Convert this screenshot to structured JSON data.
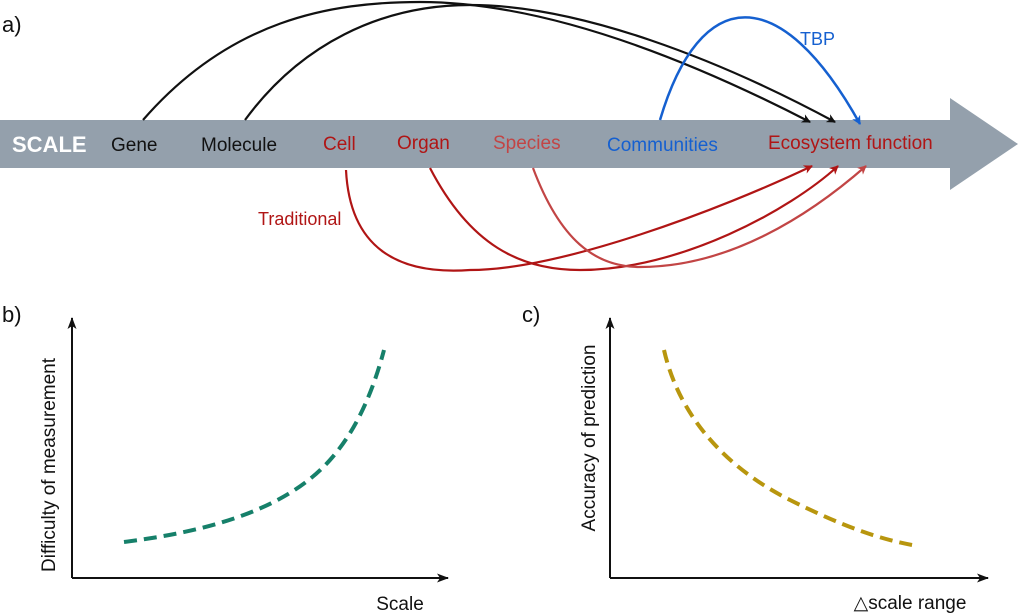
{
  "panels": {
    "a": "a)",
    "b": "b)",
    "c": "c)"
  },
  "scale_arrow": {
    "label": "SCALE",
    "color": "#94A0AC"
  },
  "nodes": [
    {
      "label": "Gene",
      "color": "#111111"
    },
    {
      "label": "Molecule",
      "color": "#111111"
    },
    {
      "label": "Cell",
      "color": "#B01515"
    },
    {
      "label": "Organ",
      "color": "#B01515"
    },
    {
      "label": "Species",
      "color": "#C24545"
    },
    {
      "label": "Communities",
      "color": "#1560D0"
    },
    {
      "label": "Ecosystem function",
      "color": "#B01515"
    }
  ],
  "flows": {
    "tbp": {
      "label": "TBP",
      "color": "#1560D0"
    },
    "traditional": {
      "label": "Traditional",
      "color": "#B01515"
    },
    "molecular_color": "#111111"
  },
  "chart_b": {
    "ylabel": "Difficulty of measurement",
    "xlabel": "Scale",
    "curve_color": "#16806A",
    "trend": "increasing"
  },
  "chart_c": {
    "ylabel": "Accuracy of prediction",
    "xlabel": "△scale range",
    "curve_color": "#B8960E",
    "trend": "decreasing"
  }
}
